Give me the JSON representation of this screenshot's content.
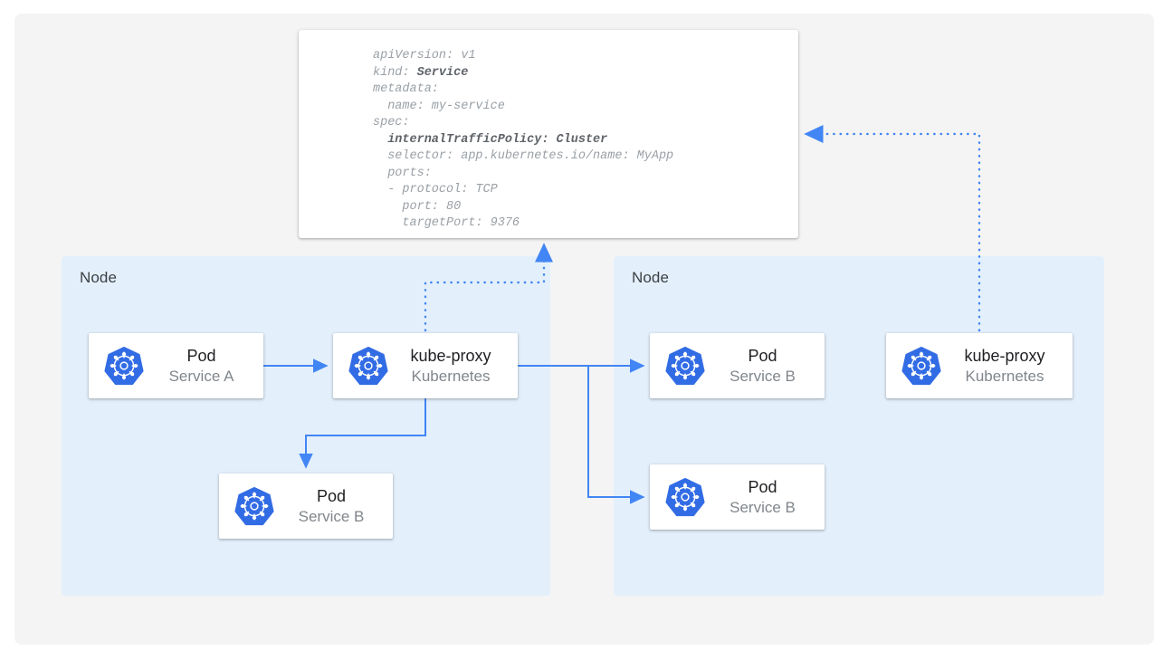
{
  "diagram": {
    "title": "Kubernetes Service internalTrafficPolicy Cluster traffic routing",
    "colors": {
      "page_background": "#ffffff",
      "canvas_background": "#f4f4f4",
      "node_background": "#e3f0fc",
      "card_background": "#ffffff",
      "arrow_blue": "#4285f4",
      "k8s_blue": "#326ce5",
      "title_text": "#202124",
      "subtitle_text": "#80868b",
      "code_text": "#9aa0a6",
      "code_emphasis": "#5f6368"
    }
  },
  "manifest": {
    "name": "service-manifest",
    "lines": [
      {
        "text": "apiVersion: v1",
        "emphasis": false
      },
      {
        "text": "kind: ",
        "emphasis": false,
        "bold_tail": "Service"
      },
      {
        "text": "metadata:",
        "emphasis": false
      },
      {
        "text": "  name: my-service",
        "emphasis": false
      },
      {
        "text": "spec:",
        "emphasis": false
      },
      {
        "text": "  internalTrafficPolicy: Cluster",
        "emphasis": true
      },
      {
        "text": "  selector: app.kubernetes.io/name: MyApp",
        "emphasis": false
      },
      {
        "text": "  ports:",
        "emphasis": false
      },
      {
        "text": "  - protocol: TCP",
        "emphasis": false
      },
      {
        "text": "    port: 80",
        "emphasis": false
      },
      {
        "text": "    targetPort: 9376",
        "emphasis": false
      }
    ]
  },
  "nodes": {
    "left": {
      "label": "Node"
    },
    "right": {
      "label": "Node"
    }
  },
  "cards": {
    "pod_a": {
      "title": "Pod",
      "subtitle": "Service A",
      "icon": "kubernetes-icon"
    },
    "kube_proxy_l": {
      "title": "kube-proxy",
      "subtitle": "Kubernetes",
      "icon": "kubernetes-icon"
    },
    "pod_b_local": {
      "title": "Pod",
      "subtitle": "Service B",
      "icon": "kubernetes-icon"
    },
    "pod_b_top": {
      "title": "Pod",
      "subtitle": "Service B",
      "icon": "kubernetes-icon"
    },
    "pod_b_bottom": {
      "title": "Pod",
      "subtitle": "Service B",
      "icon": "kubernetes-icon"
    },
    "kube_proxy_r": {
      "title": "kube-proxy",
      "subtitle": "Kubernetes",
      "icon": "kubernetes-icon"
    }
  },
  "connectors": [
    {
      "name": "pod-a-to-kube-proxy",
      "style": "solid",
      "from": "pod_a",
      "to": "kube_proxy_l"
    },
    {
      "name": "kube-proxy-to-local-pod-b",
      "style": "solid",
      "from": "kube_proxy_l",
      "to": "pod_b_local"
    },
    {
      "name": "kube-proxy-to-remote-pod-b-top",
      "style": "solid",
      "from": "kube_proxy_l",
      "to": "pod_b_top"
    },
    {
      "name": "kube-proxy-to-remote-pod-b-bottom",
      "style": "solid",
      "from": "kube_proxy_l",
      "to": "pod_b_bottom"
    },
    {
      "name": "kube-proxy-left-to-manifest",
      "style": "dotted",
      "from": "kube_proxy_l",
      "to": "service-manifest"
    },
    {
      "name": "kube-proxy-right-to-manifest",
      "style": "dotted",
      "from": "kube_proxy_r",
      "to": "service-manifest"
    }
  ]
}
